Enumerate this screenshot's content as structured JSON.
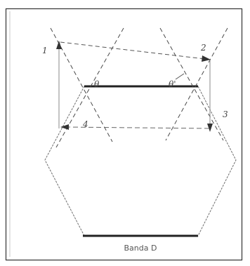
{
  "caption": "Banda D",
  "labels": {
    "one": "1",
    "two": "2",
    "three": "3",
    "four": "4",
    "theta_left": "θ",
    "theta_right": "θ'"
  },
  "colors": {
    "frame": "#333333",
    "hexagon": "#6f6f6f",
    "dashed": "#4a4a4a",
    "band": "#222222",
    "caption": "#555555"
  }
}
